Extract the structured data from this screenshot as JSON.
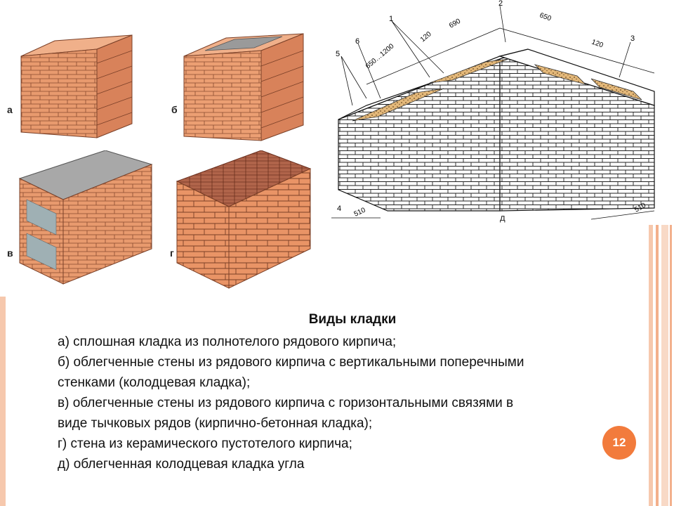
{
  "slide": {
    "title": "Виды кладки",
    "items": [
      "а) сплошная кладка из полнотелого рядового кирпича;",
      "б) облегченные стены из рядового кирпича с вертикальными поперечными",
      "стенками (колодцевая кладка);",
      "в) облегченные стены из рядового кирпича с горизонтальными связями в",
      "виде тычковых рядов (кирпично-бетонная кладка);",
      "г) стена из керамического пустотелого кирпича;",
      "д) облегченная колодцевая кладка угла"
    ],
    "page_number": "12",
    "accent_color": "#f27b3c"
  },
  "figures": {
    "a": {
      "label": "а"
    },
    "b": {
      "label": "б"
    },
    "v": {
      "label": "в"
    },
    "g": {
      "label": "г"
    },
    "d": {
      "label": "д",
      "callouts": [
        "1",
        "2",
        "3",
        "4",
        "5",
        "6"
      ],
      "dimensions": [
        "650…1200",
        "120",
        "690",
        "650",
        "120",
        "510",
        "510"
      ]
    }
  }
}
